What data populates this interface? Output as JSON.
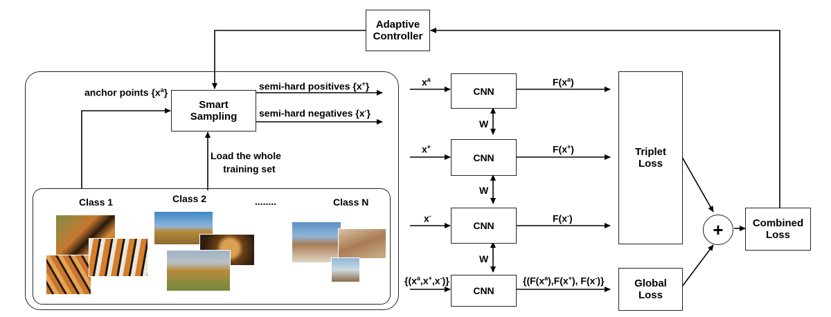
{
  "controller": {
    "line1": "Adaptive",
    "line2": "Controller"
  },
  "sampling": {
    "line1": "Smart",
    "line2": "Sampling",
    "anchor_label": "anchor points {x",
    "anchor_sup": "a",
    "anchor_end": "}",
    "pos_label": "semi-hard positives  {x",
    "pos_sup": "+",
    "pos_end": "}",
    "neg_label": "semi-hard negatives {x",
    "neg_sup": "-",
    "neg_end": "}",
    "load_line1": "Load the whole",
    "load_line2": "training set"
  },
  "classes": {
    "c1": "Class 1",
    "c2": "Class 2",
    "dots": "........",
    "cn": "Class N"
  },
  "network": {
    "cnn": "CNN",
    "w": "W",
    "in_a": "x",
    "in_a_sup": "a",
    "in_p": "x",
    "in_p_sup": "+",
    "in_n": "x",
    "in_n_sup": "-",
    "in_all": "{(x",
    "in_all_a": "a",
    "in_all_m1": ",x",
    "in_all_p": "+",
    "in_all_m2": ",x",
    "in_all_n": "-",
    "in_all_end": ")}",
    "out_a": "F(x",
    "out_a_sup": "a",
    "out_a_end": ")",
    "out_p": "F(x",
    "out_p_sup": "+",
    "out_p_end": ")",
    "out_n": "F(x",
    "out_n_sup": "-",
    "out_n_end": ")",
    "out_all_1": "{(F(x",
    "out_all_a": "a",
    "out_all_2": "),F(x",
    "out_all_p": "+",
    "out_all_3": "), F(x",
    "out_all_n": "-",
    "out_all_end": ")}"
  },
  "losses": {
    "triplet1": "Triplet",
    "triplet2": "Loss",
    "global1": "Global",
    "global2": "Loss",
    "combined1": "Combined",
    "combined2": "Loss",
    "plus": "+"
  },
  "colors": {
    "tiger": "#c7772f",
    "lion": "#b88a3c",
    "kangaroo": "#a97c56",
    "sky": "#8fb6d8",
    "grass": "#6f8a3d"
  }
}
